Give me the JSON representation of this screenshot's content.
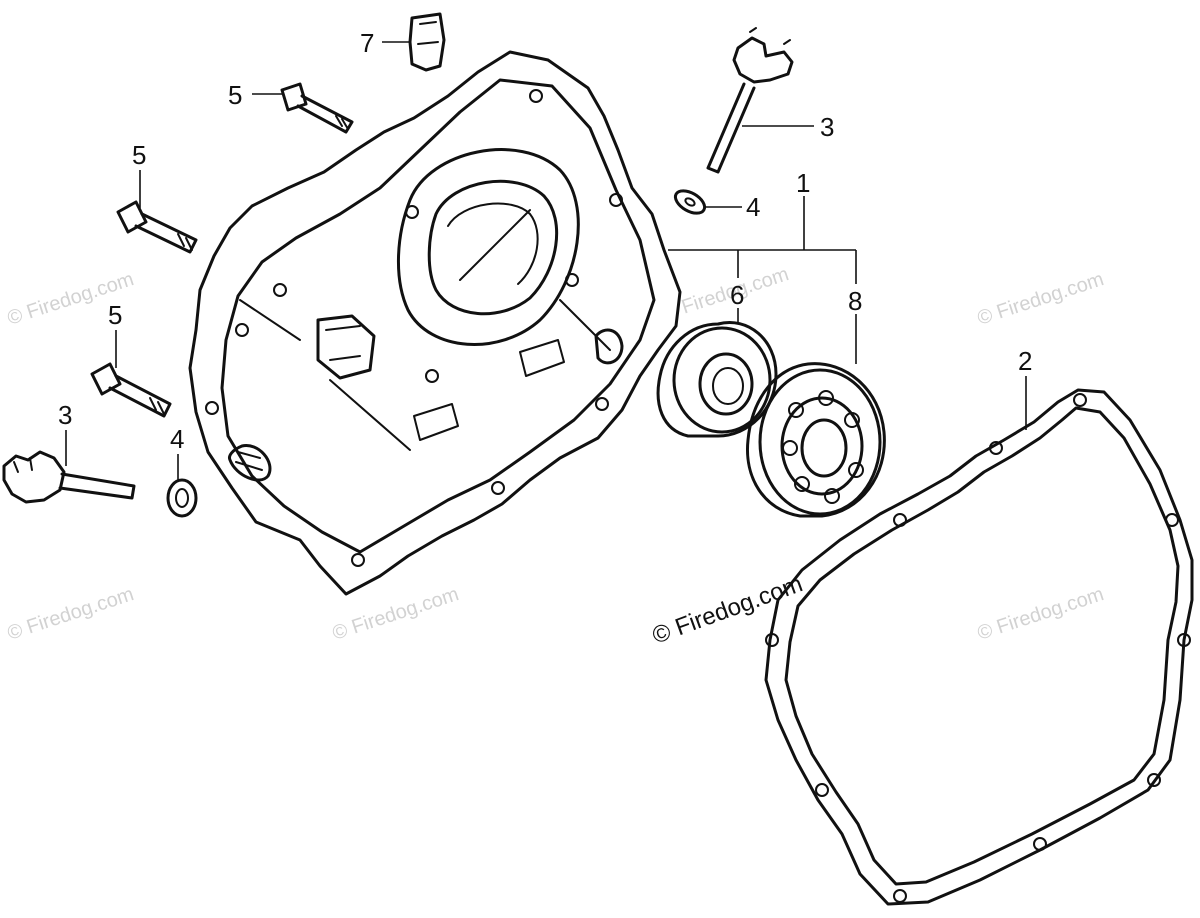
{
  "callouts": {
    "c1": "1",
    "c2": "2",
    "c3a": "3",
    "c3b": "3",
    "c4a": "4",
    "c4b": "4",
    "c5a": "5",
    "c5b": "5",
    "c5c": "5",
    "c6": "6",
    "c7": "7",
    "c8": "8"
  },
  "watermark": "© Firedog.com",
  "copyright": "© Firedog.com",
  "colors": {
    "ink": "#111111",
    "watermark": "#d2d2d2",
    "background": "#ffffff"
  }
}
